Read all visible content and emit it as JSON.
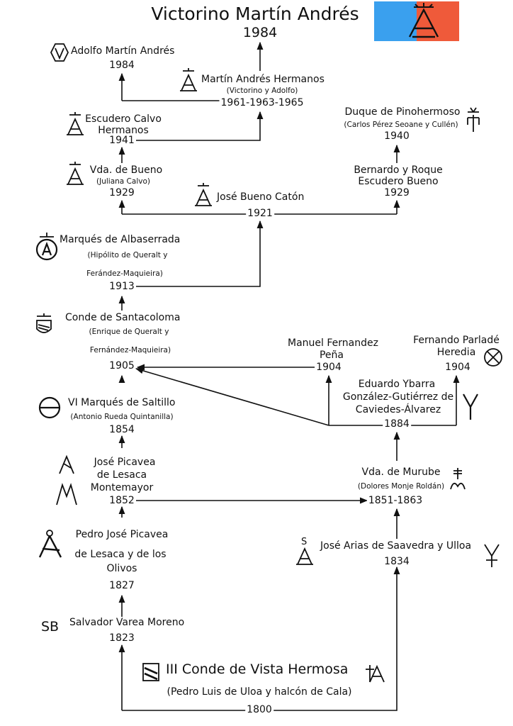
{
  "header": {
    "title": "Victorino Martín Andrés",
    "year": "1984",
    "flag_colors": {
      "left": "#3aa0ee",
      "right": "#ef5a3a"
    }
  },
  "nodes": {
    "adolfo": {
      "name": "Adolfo Martín Andrés",
      "year": "1984",
      "icon": "v-hexagon-brand-icon"
    },
    "martin_hermanos": {
      "name": "Martín Andrés Hermanos",
      "note": "(Victorino y Adolfo)",
      "years": "1961-1963-1965",
      "icon": "crowned-a-brand-icon"
    },
    "escudero_calvo": {
      "name_line1": "Escudero Calvo",
      "name_line2": "Hermanos",
      "year": "1941",
      "icon": "crowned-a-brand-icon"
    },
    "duque_pinohermoso": {
      "name": "Duque de Pinohermoso",
      "note": "(Carlos Pérez Seoane y Cullén)",
      "year": "1940",
      "icon": "crowned-ph-brand-icon"
    },
    "vda_bueno": {
      "name": "Vda. de Bueno",
      "note": "(Juliana Calvo)",
      "year": "1929",
      "icon": "crowned-a-brand-icon"
    },
    "bernardo_roque": {
      "name_line1": "Bernardo y Roque",
      "name_line2": "Escudero Bueno",
      "year": "1929"
    },
    "jose_bueno": {
      "name": "José Bueno Catón",
      "year": "1921",
      "icon": "crowned-a-brand-icon"
    },
    "albaserrada": {
      "name": "Marqués de Albaserrada",
      "note_line1": "(Hipólito de Queralt y",
      "note_line2": "Ferández-Maquieira)",
      "year": "1913",
      "icon": "crowned-circle-a-brand-icon"
    },
    "santacoloma": {
      "name": "Conde de Santacoloma",
      "note_line1": "(Enrique de Queralt y",
      "note_line2": "Fernández-Maquieira)",
      "year": "1905",
      "icon": "crowned-shield-brand-icon"
    },
    "manuel_fernandez": {
      "name_line1": "Manuel Fernandez",
      "name_line2": "Peña",
      "year": "1904"
    },
    "fernando_parlade": {
      "name_line1": "Fernando Parladé",
      "name_line2": "Heredia",
      "year": "1904",
      "icon": "circle-cross-brand-icon"
    },
    "eduardo_ybarra": {
      "name_line1": "Eduardo Ybarra",
      "name_line2": "González-Gutiérrez de",
      "name_line3": "Caviedes-Álvarez",
      "year": "1884",
      "icon": "y-brand-icon"
    },
    "saltillo": {
      "name": "VI Marqués de Saltillo",
      "note": "(Antonio Rueda Quintanilla)",
      "year": "1854",
      "icon": "circle-line-brand-icon"
    },
    "picavea_lesaca": {
      "name_line1": "José Picavea",
      "name_line2": "de Lesaca",
      "name_line3": "Montemayor",
      "year": "1852",
      "icon": "picavea-brand-icon"
    },
    "vda_murube": {
      "name": "Vda. de Murube",
      "note": "(Dolores Monje Roldán)",
      "years": "1851-1863",
      "icon": "murube-brand-icon"
    },
    "pedro_picavea": {
      "name_line1": "Pedro José Picavea",
      "name_line2": "de Lesaca y de los",
      "name_line3": "Olivos",
      "year": "1827",
      "icon": "compass-brand-icon"
    },
    "arias_saavedra": {
      "name": "José Arias de Saavedra y Ulloa",
      "year": "1834",
      "icon_left": "sa-brand-icon",
      "icon_right": "y-cross-brand-icon",
      "left_letters": "S"
    },
    "varea": {
      "name": "Salvador Varea Moreno",
      "year": "1823",
      "icon_text": "SB"
    },
    "vista_hermosa": {
      "name": "III Conde de Vista Hermosa",
      "note": "(Pedro Luis de Uloa y halcón de Cala)",
      "year": "1800",
      "icon_left": "vista-hermosa-shield-icon",
      "icon_right": "vista-hermosa-brand-icon"
    }
  }
}
